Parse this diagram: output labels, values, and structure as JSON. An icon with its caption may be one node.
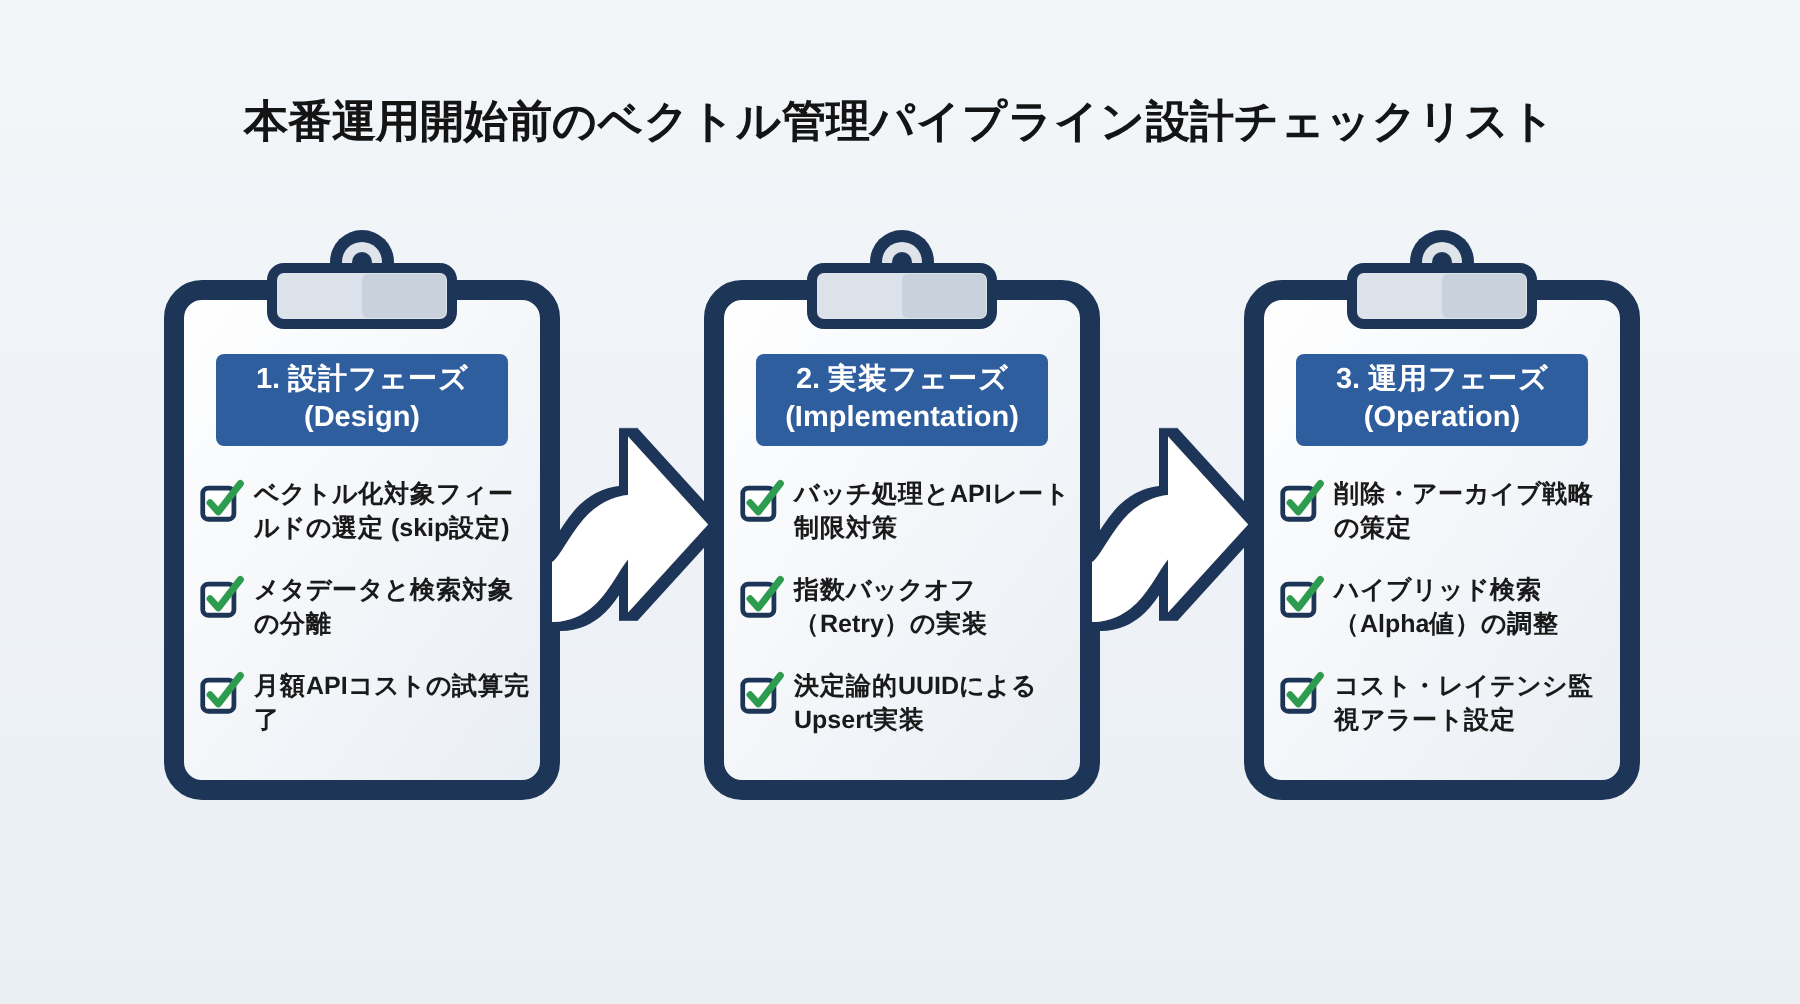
{
  "diagram": {
    "title": "本番運用開始前のベクトル管理パイプライン設計チェックリスト",
    "nodes": [
      {
        "text": [
          "ベクトル化対象フィールドの選定 (skip設定)",
          "メタデータと検索対象の分離",
          "月額APIコストの試算完了"
        ]
      },
      {
        "text": [
          "1. 設計フェーズ (Design)"
        ],
        "in": 0
      },
      {
        "text": [
          "バッチ処理とAPIレート制限対策",
          "指数バックオフ（Retry）の実装",
          "決定論的UUIDによるUpsert実装"
        ]
      },
      {
        "text": [
          "2. 実装フェーズ (Implementation)"
        ],
        "in": 2
      },
      {
        "text": [
          "削除・アーカイブ戦略の策定",
          "ハイブリッド検索（Alpha値）の調整",
          "コスト・レイテンシ監視アラート設定"
        ]
      },
      {
        "text": [
          "3. 運用フェーズ (Operation)"
        ],
        "in": 4
      }
    ],
    "edges": [
      {
        "from": 0,
        "to": 2,
        "arrow": "to"
      },
      {
        "from": 2,
        "to": 4,
        "arrow": "to"
      }
    ]
  }
}
